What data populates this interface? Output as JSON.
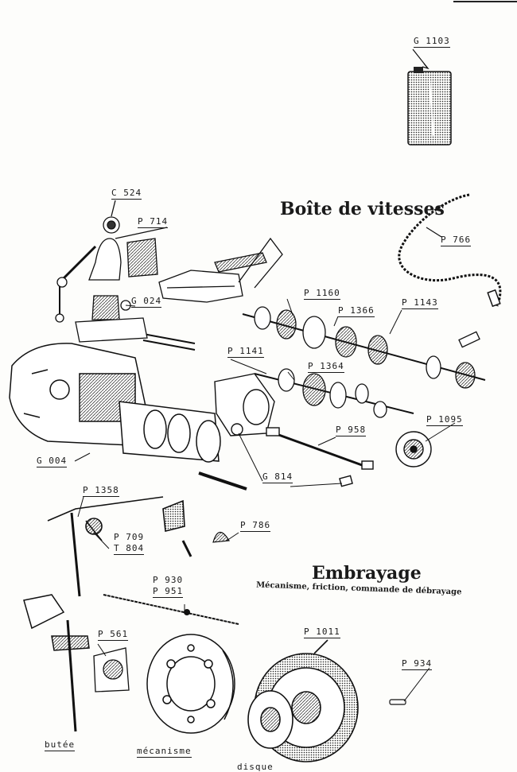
{
  "titles": {
    "gearbox": "Boîte de vitesses",
    "clutch": "Embrayage",
    "clutch_subtitle": "Mécanisme, friction, commande de débrayage"
  },
  "labels": {
    "g1103": "G 1103",
    "c524": "C 524",
    "p714": "P 714",
    "p766": "P 766",
    "g024": "G 024",
    "p1160": "P 1160",
    "p1366": "P 1366",
    "p1143": "P 1143",
    "p1141": "P 1141",
    "p1364": "P 1364",
    "p1095": "P 1095",
    "p958": "P 958",
    "g004": "G 004",
    "g814": "G 814",
    "p1358": "P 1358",
    "p786": "P 786",
    "p709": "P 709",
    "t804": "T 804",
    "p930": "P 930",
    "p951": "P 951",
    "p561": "P 561",
    "p1011": "P 1011",
    "p934": "P 934"
  },
  "bottom_labels": {
    "butee": "butée",
    "mecanisme": "mécanisme",
    "disque": "disque"
  }
}
